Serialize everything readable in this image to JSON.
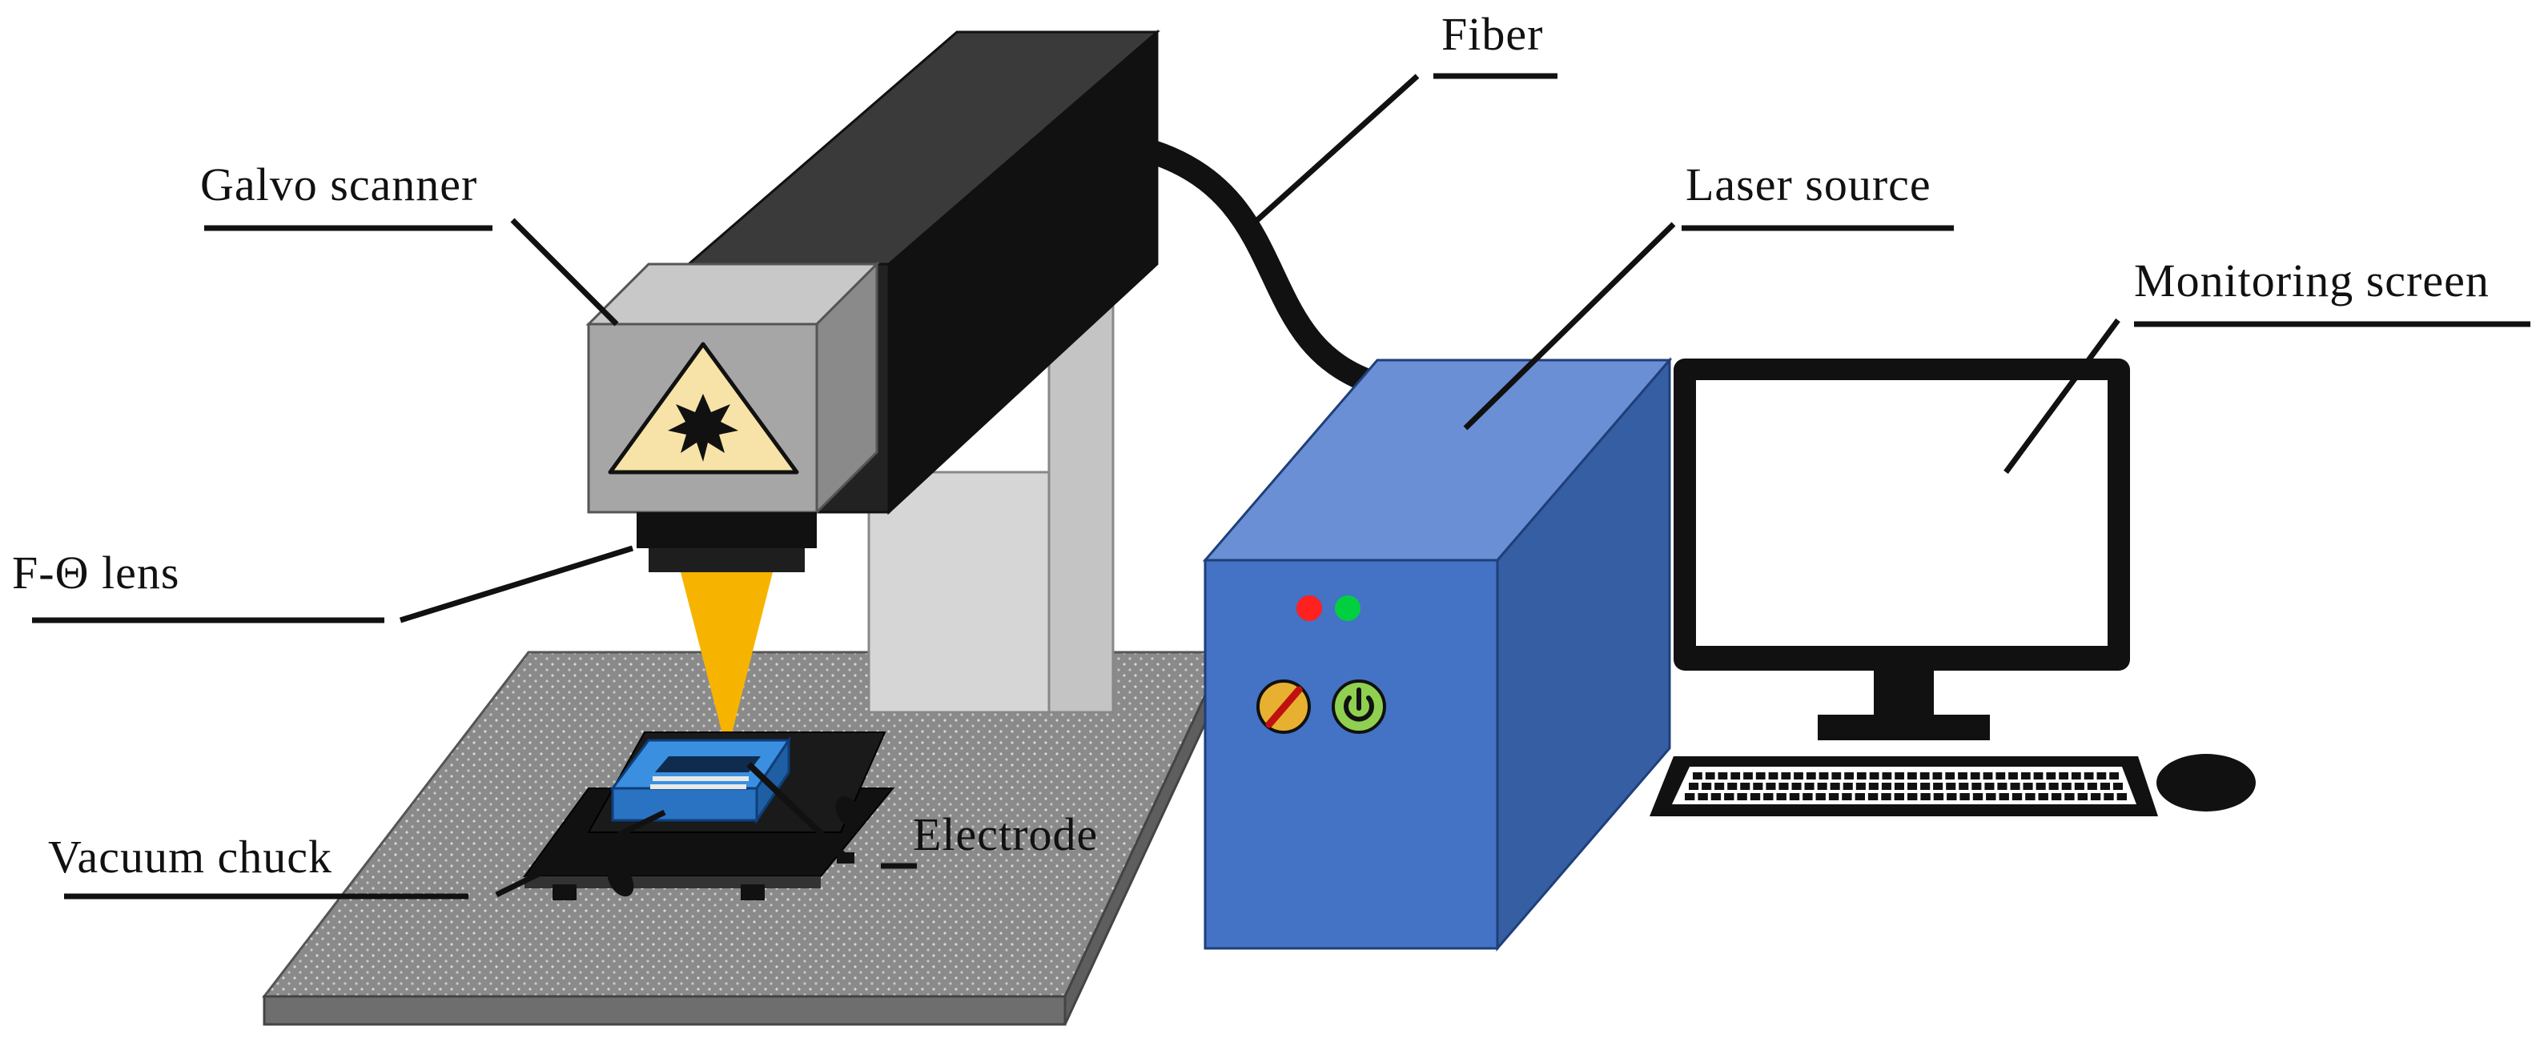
{
  "labels": {
    "galvo_scanner": "Galvo scanner",
    "fiber": "Fiber",
    "laser_source": "Laser source",
    "monitoring_screen": "Monitoring screen",
    "f_theta_lens": "F-Θ lens",
    "vacuum_chuck": "Vacuum chuck",
    "electrode": "Electrode"
  },
  "colors": {
    "laser_head": "#2b2b2b",
    "galvo_body": "#9a9a9a",
    "warning_sign": "#f7e3a7",
    "laser_beam": "#f6b400",
    "column": "#d4d4d4",
    "table_top": "#8c8c8c",
    "laser_source_front": "#4472c4",
    "laser_source_top": "#6a8fd4",
    "laser_source_side": "#365ea3",
    "vacuum_chuck": "#2f7fd0",
    "led_red": "#ff2020",
    "led_green": "#00d040",
    "power_button": "#90d050",
    "dial": "#e8b030"
  },
  "icons": [
    "laser-warning-icon",
    "power-icon",
    "dial-knob-icon"
  ]
}
